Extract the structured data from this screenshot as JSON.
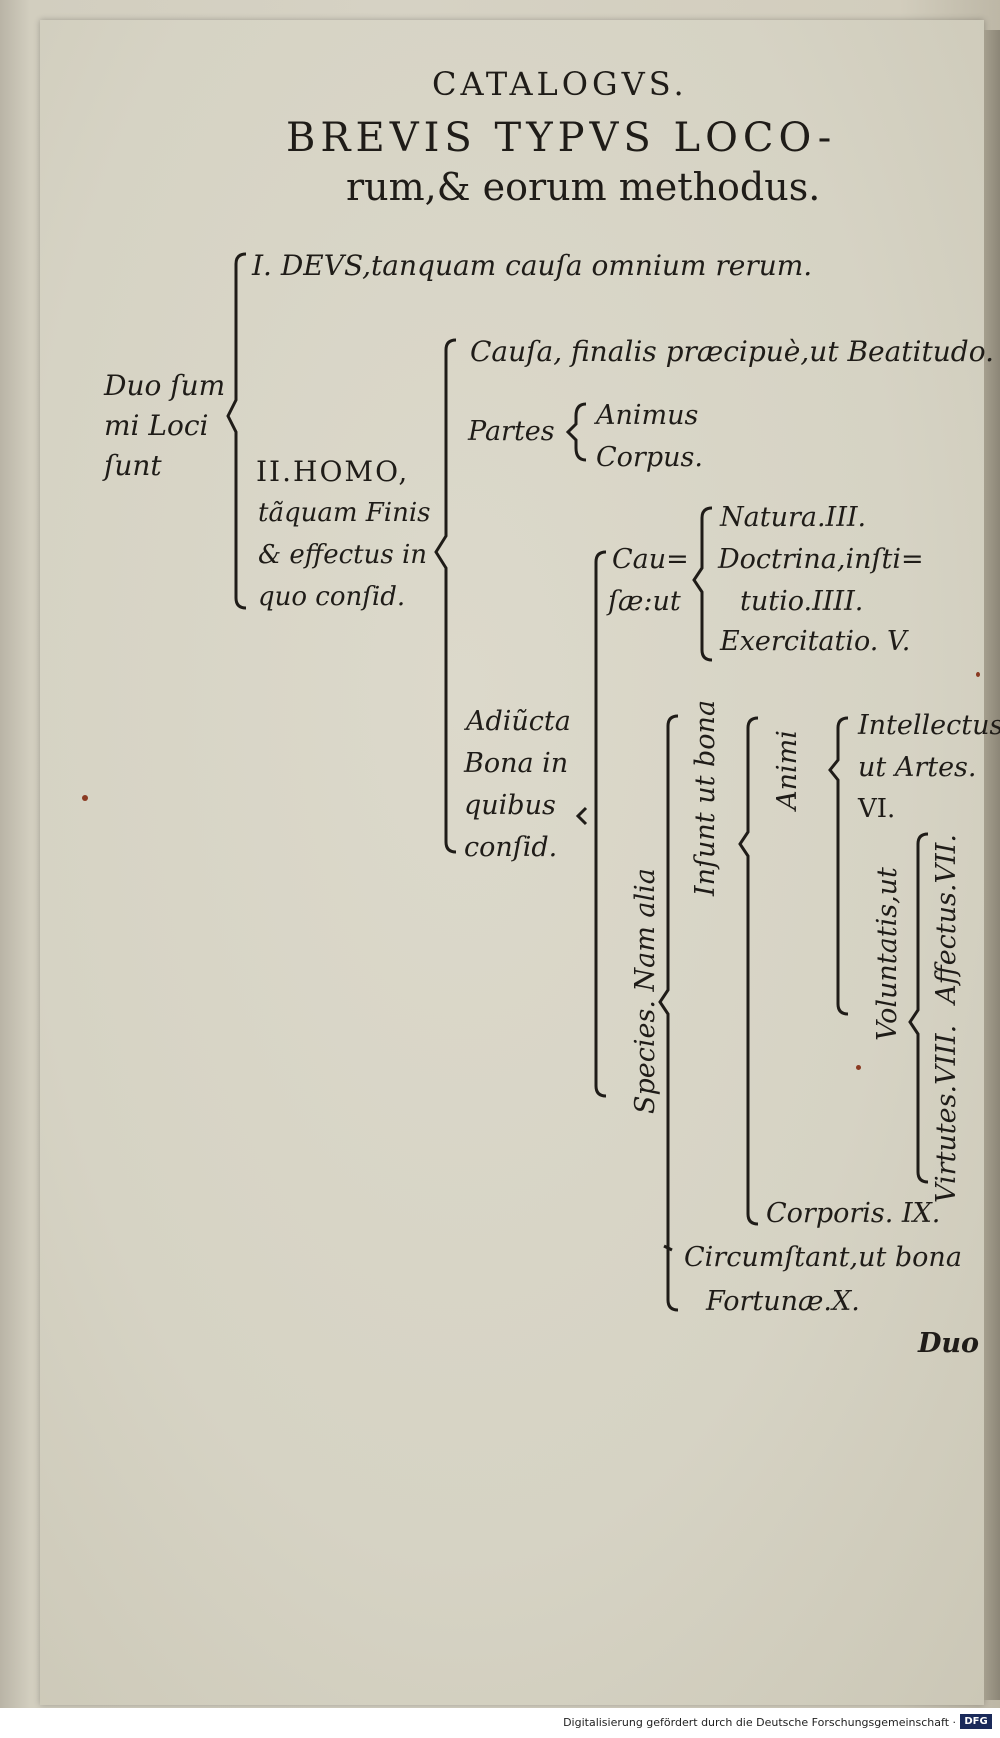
{
  "header": {
    "running_title": "CATALOGVS.",
    "title_line1": "BREVIS TYPVS LOCO-",
    "title_line2": "rum,& eorum methodus."
  },
  "root": {
    "label_l1": "Duo ſum",
    "label_l2": "mi Loci",
    "label_l3": "ſunt"
  },
  "deus": "I. DEVS,tanquam cauſa omnium rerum.",
  "homo": {
    "title": "II.HOMO,",
    "l1": "tãquam Finis",
    "l2": "& effectus in",
    "l3": "quo conſid."
  },
  "causa_finalis": "Cauſa, finalis præcipuè,ut Beatitudo.",
  "partes": {
    "label": "Partes",
    "animus": "Animus",
    "corpus": "Corpus."
  },
  "causae": {
    "l1": "Cau=",
    "l2": "ſæ:ut",
    "natura": "Natura.III.",
    "doctrina_l1": "Doctrina,inſti=",
    "doctrina_l2": "tutio.IIII.",
    "exercitatio": "Exercitatio. V."
  },
  "adiuncta": {
    "l1": "Adiũcta",
    "l2": "Bona in",
    "l3": "quibus",
    "l4": "conſid."
  },
  "species": "Species. Nam alia",
  "insunt": "Inſunt ut bona",
  "animi": "Animi",
  "intellectus": {
    "l1": "Intellectus.",
    "l2": "ut Artes.",
    "l3": "VI."
  },
  "voluntatis": "Voluntatis,ut",
  "affectus": "Affectus.VII.",
  "virtutes": "Virtutes.VIII.",
  "corporis": "Corporis. IX.",
  "circumstant": {
    "l1": "Circumſtant,ut bona",
    "l2": "Fortunæ.X."
  },
  "catchword": "Duo",
  "footer": {
    "text": "Digitalisierung gefördert durch die Deutsche Forschungsgemeinschaft ·",
    "logo": "DFG"
  }
}
